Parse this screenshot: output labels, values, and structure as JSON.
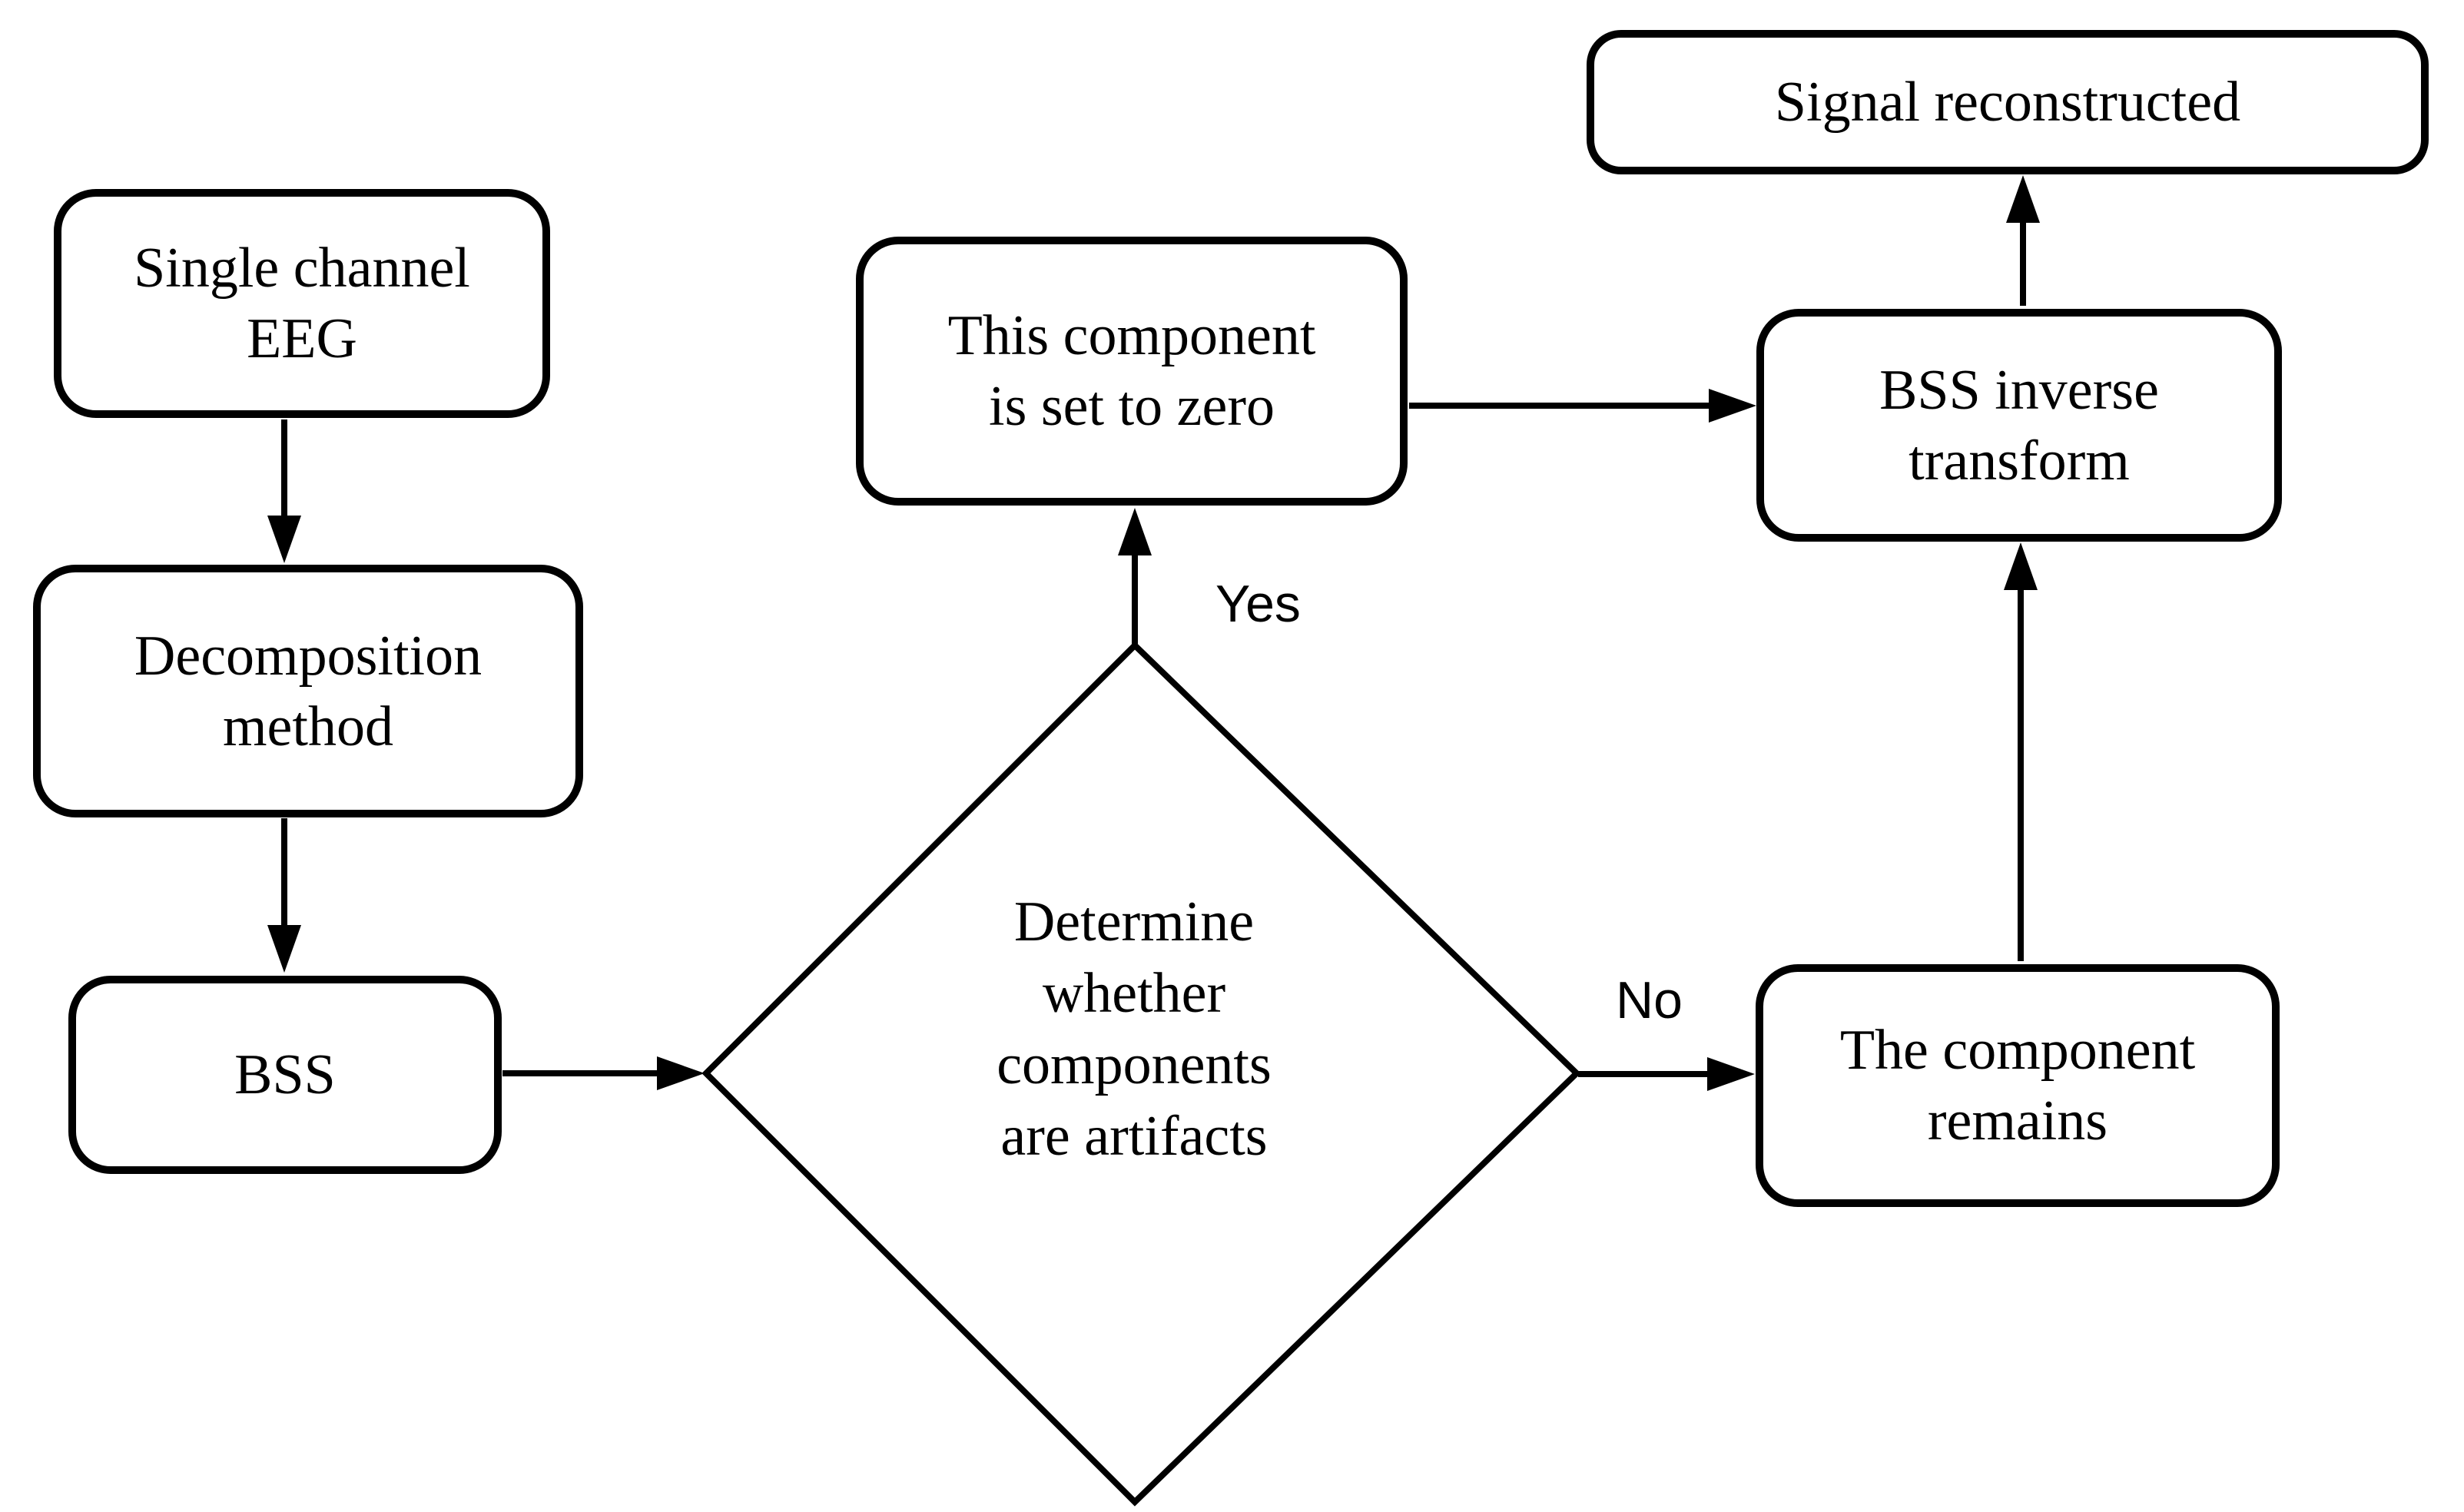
{
  "page": {
    "background": "#ffffff",
    "ink": "#000000",
    "figure_type": "flowchart"
  },
  "nodes": {
    "single_channel_eeg": {
      "label": "Single channel\nEEG",
      "shape": "rounded-rect"
    },
    "decomposition_method": {
      "label": "Decomposition\nmethod",
      "shape": "rounded-rect"
    },
    "bss": {
      "label": "BSS",
      "shape": "rounded-rect"
    },
    "decision": {
      "label": "Determine\nwhether\ncomponents\nare artifacts",
      "shape": "diamond"
    },
    "set_to_zero": {
      "label": "This component\nis set to zero",
      "shape": "rounded-rect"
    },
    "bss_inverse_transform": {
      "label": "BSS inverse\ntransform",
      "shape": "rounded-rect"
    },
    "signal_reconstructed": {
      "label": "Signal reconstructed",
      "shape": "rounded-rect"
    },
    "component_remains": {
      "label": "The component\nremains",
      "shape": "rounded-rect"
    }
  },
  "edge_labels": {
    "yes": "Yes",
    "no": "No"
  },
  "edges": [
    {
      "from": "single_channel_eeg",
      "to": "decomposition_method",
      "label": ""
    },
    {
      "from": "decomposition_method",
      "to": "bss",
      "label": ""
    },
    {
      "from": "bss",
      "to": "decision",
      "label": ""
    },
    {
      "from": "decision",
      "to": "set_to_zero",
      "label": "Yes"
    },
    {
      "from": "decision",
      "to": "component_remains",
      "label": "No"
    },
    {
      "from": "set_to_zero",
      "to": "bss_inverse_transform",
      "label": ""
    },
    {
      "from": "component_remains",
      "to": "bss_inverse_transform",
      "label": ""
    },
    {
      "from": "bss_inverse_transform",
      "to": "signal_reconstructed",
      "label": ""
    }
  ]
}
